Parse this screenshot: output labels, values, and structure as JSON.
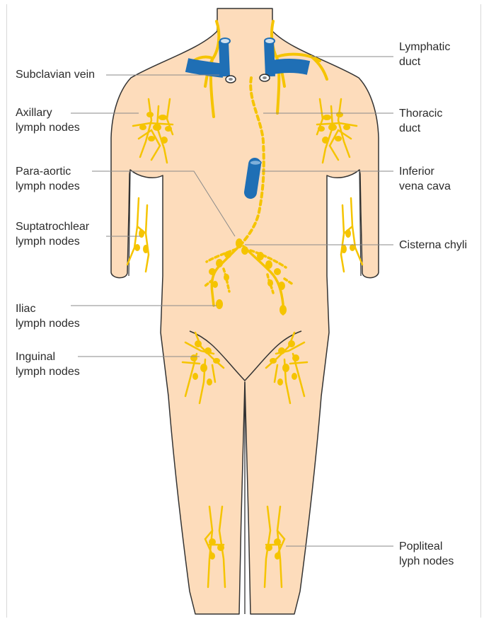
{
  "labels": {
    "lymphatic_duct": "Lymphatic\nduct",
    "subclavian_vein": "Subclavian vein",
    "thoracic_duct": "Thoracic\nduct",
    "axillary": "Axillary\nlymph nodes",
    "para_aortic": "Para-aortic\nlymph nodes",
    "inferior_vena_cava": "Inferior\nvena cava",
    "supratrochlear": "Suptatrochlear\nlymph nodes",
    "cisterna_chyli": "Cisterna chyli",
    "iliac": "Iliac\nlymph nodes",
    "inguinal": "Inguinal\nlymph nodes",
    "popliteal": "Popliteal\nlyph nodes"
  },
  "colors": {
    "skin": "#fddcbb",
    "outline": "#333333",
    "lymph": "#f5c400",
    "vein": "#1f6fb5",
    "leader": "#8a8a8a"
  }
}
